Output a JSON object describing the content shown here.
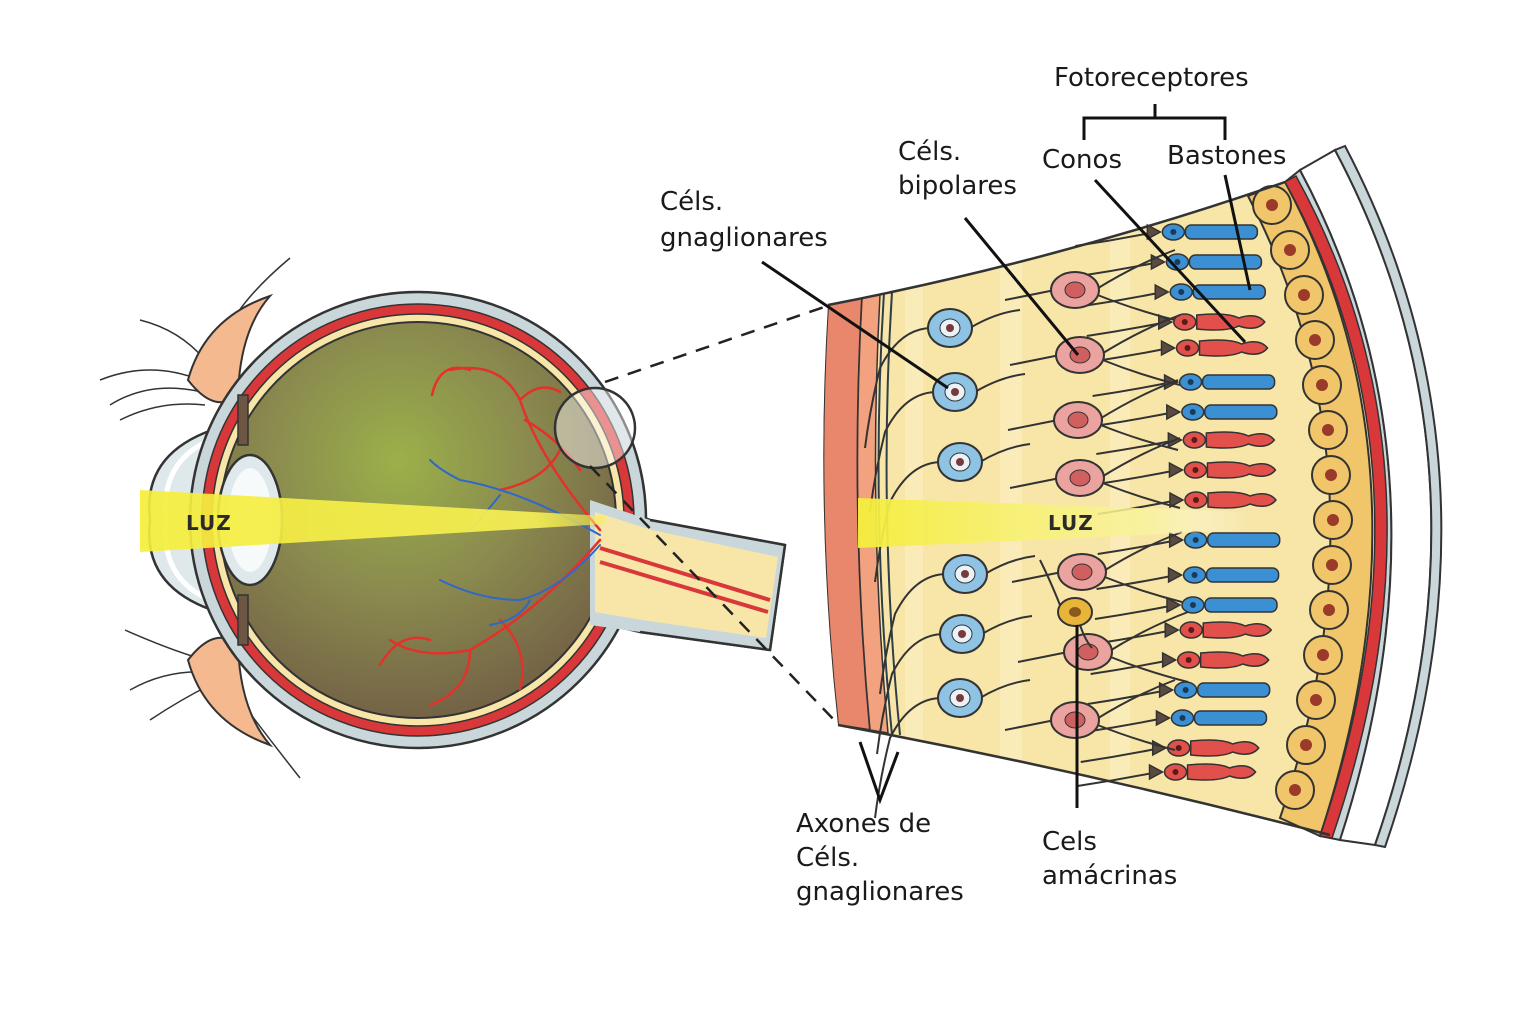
{
  "labels": {
    "fotoreceptores": "Fotoreceptores",
    "conos": "Conos",
    "bastones": "Bastones",
    "cels_bipolares_1": "Céls.",
    "cels_bipolares_2": "bipolares",
    "cels_ganglionares_1": "Céls.",
    "cels_ganglionares_2": "gnaglionares",
    "axones_1": "Axones de",
    "axones_2": "Céls.",
    "axones_3": "gnaglionares",
    "amacrinas_1": "Cels",
    "amacrinas_2": "amácrinas",
    "luz_eye": "LUZ",
    "luz_retina": "LUZ"
  },
  "colors": {
    "light_beam": "#f2ec3a",
    "sclera_gray": "#c9d6da",
    "choroid_red": "#d9383a",
    "retina_yellow": "#f8e6a8",
    "pigment_orange": "#f1c56a",
    "ganglion_blue": "#8ec3e4",
    "bipolar_pink": "#eba3a0",
    "rod_blue": "#3b8fd3",
    "cone_red": "#e2504c",
    "amacrine_gold": "#e8b43a",
    "eyelid_peach": "#f4b98f",
    "vitreous_brown": "#7d6a4f"
  }
}
